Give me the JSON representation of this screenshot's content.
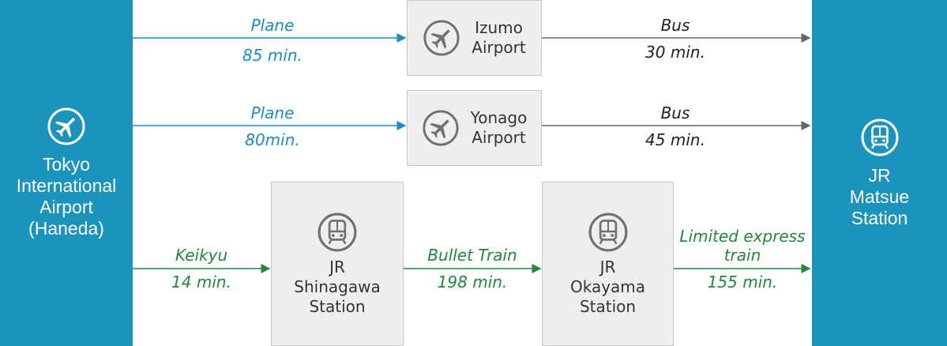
{
  "origin": {
    "label": "Tokyo\nInternational\nAirport\n(Haneda)",
    "icon": "airplane-icon"
  },
  "destination": {
    "label": "JR\nMatsue\nStation",
    "icon": "train-icon"
  },
  "nodes": {
    "izumo": {
      "label": "Izumo\nAirport",
      "icon": "airplane-icon"
    },
    "yonago": {
      "label": "Yonago\nAirport",
      "icon": "airplane-icon"
    },
    "shinagawa": {
      "label": "JR\nShinagawa\nStation",
      "icon": "train-icon"
    },
    "okayama": {
      "label": "JR\nOkayama\nStation",
      "icon": "train-icon"
    }
  },
  "edges": {
    "haneda_izumo": {
      "mode": "Plane",
      "time": "85 min."
    },
    "izumo_matsue": {
      "mode": "Bus",
      "time": "30 min."
    },
    "haneda_yonago": {
      "mode": "Plane",
      "time": "80min."
    },
    "yonago_matsue": {
      "mode": "Bus",
      "time": "45 min."
    },
    "haneda_shinagawa": {
      "mode": "Keikyu",
      "time": "14 min."
    },
    "shinagawa_okayama": {
      "mode": "Bullet Train",
      "time": "198 min."
    },
    "okayama_matsue": {
      "mode": "Limited express\ntrain",
      "time": "155 min."
    }
  },
  "colors": {
    "panel": "#1a93bd",
    "plane_line": "#1a8ccc",
    "bus_line": "#666666",
    "train_line": "#1d8a3a",
    "box_bg": "#eeeeee"
  }
}
